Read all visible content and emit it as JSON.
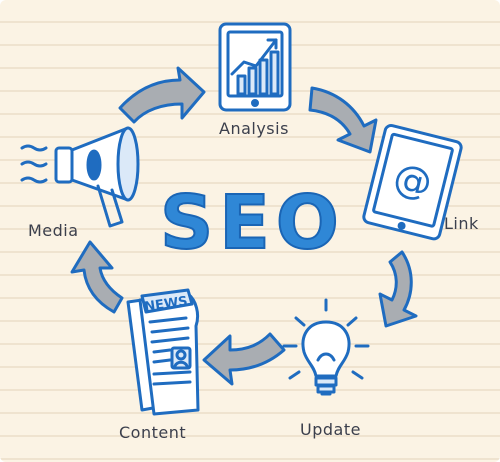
{
  "title": "SEO",
  "colors": {
    "primary_blue": "#1f6cc0",
    "light_blue": "#2f87d6",
    "arrow_gray": "#a9adb2",
    "ink": "#3b3f4c",
    "paper": "#fbf3e4",
    "stripe": "#efe3cf"
  },
  "stages": [
    {
      "label": "Analysis",
      "icon": "chart-tablet-icon"
    },
    {
      "label": "Link",
      "icon": "email-tablet-icon"
    },
    {
      "label": "Update",
      "icon": "lightbulb-icon"
    },
    {
      "label": "Content",
      "icon": "newspaper-icon"
    },
    {
      "label": "Media",
      "icon": "megaphone-icon"
    }
  ],
  "icon_text": {
    "link_symbol": "@",
    "news_banner": "NEWS"
  }
}
